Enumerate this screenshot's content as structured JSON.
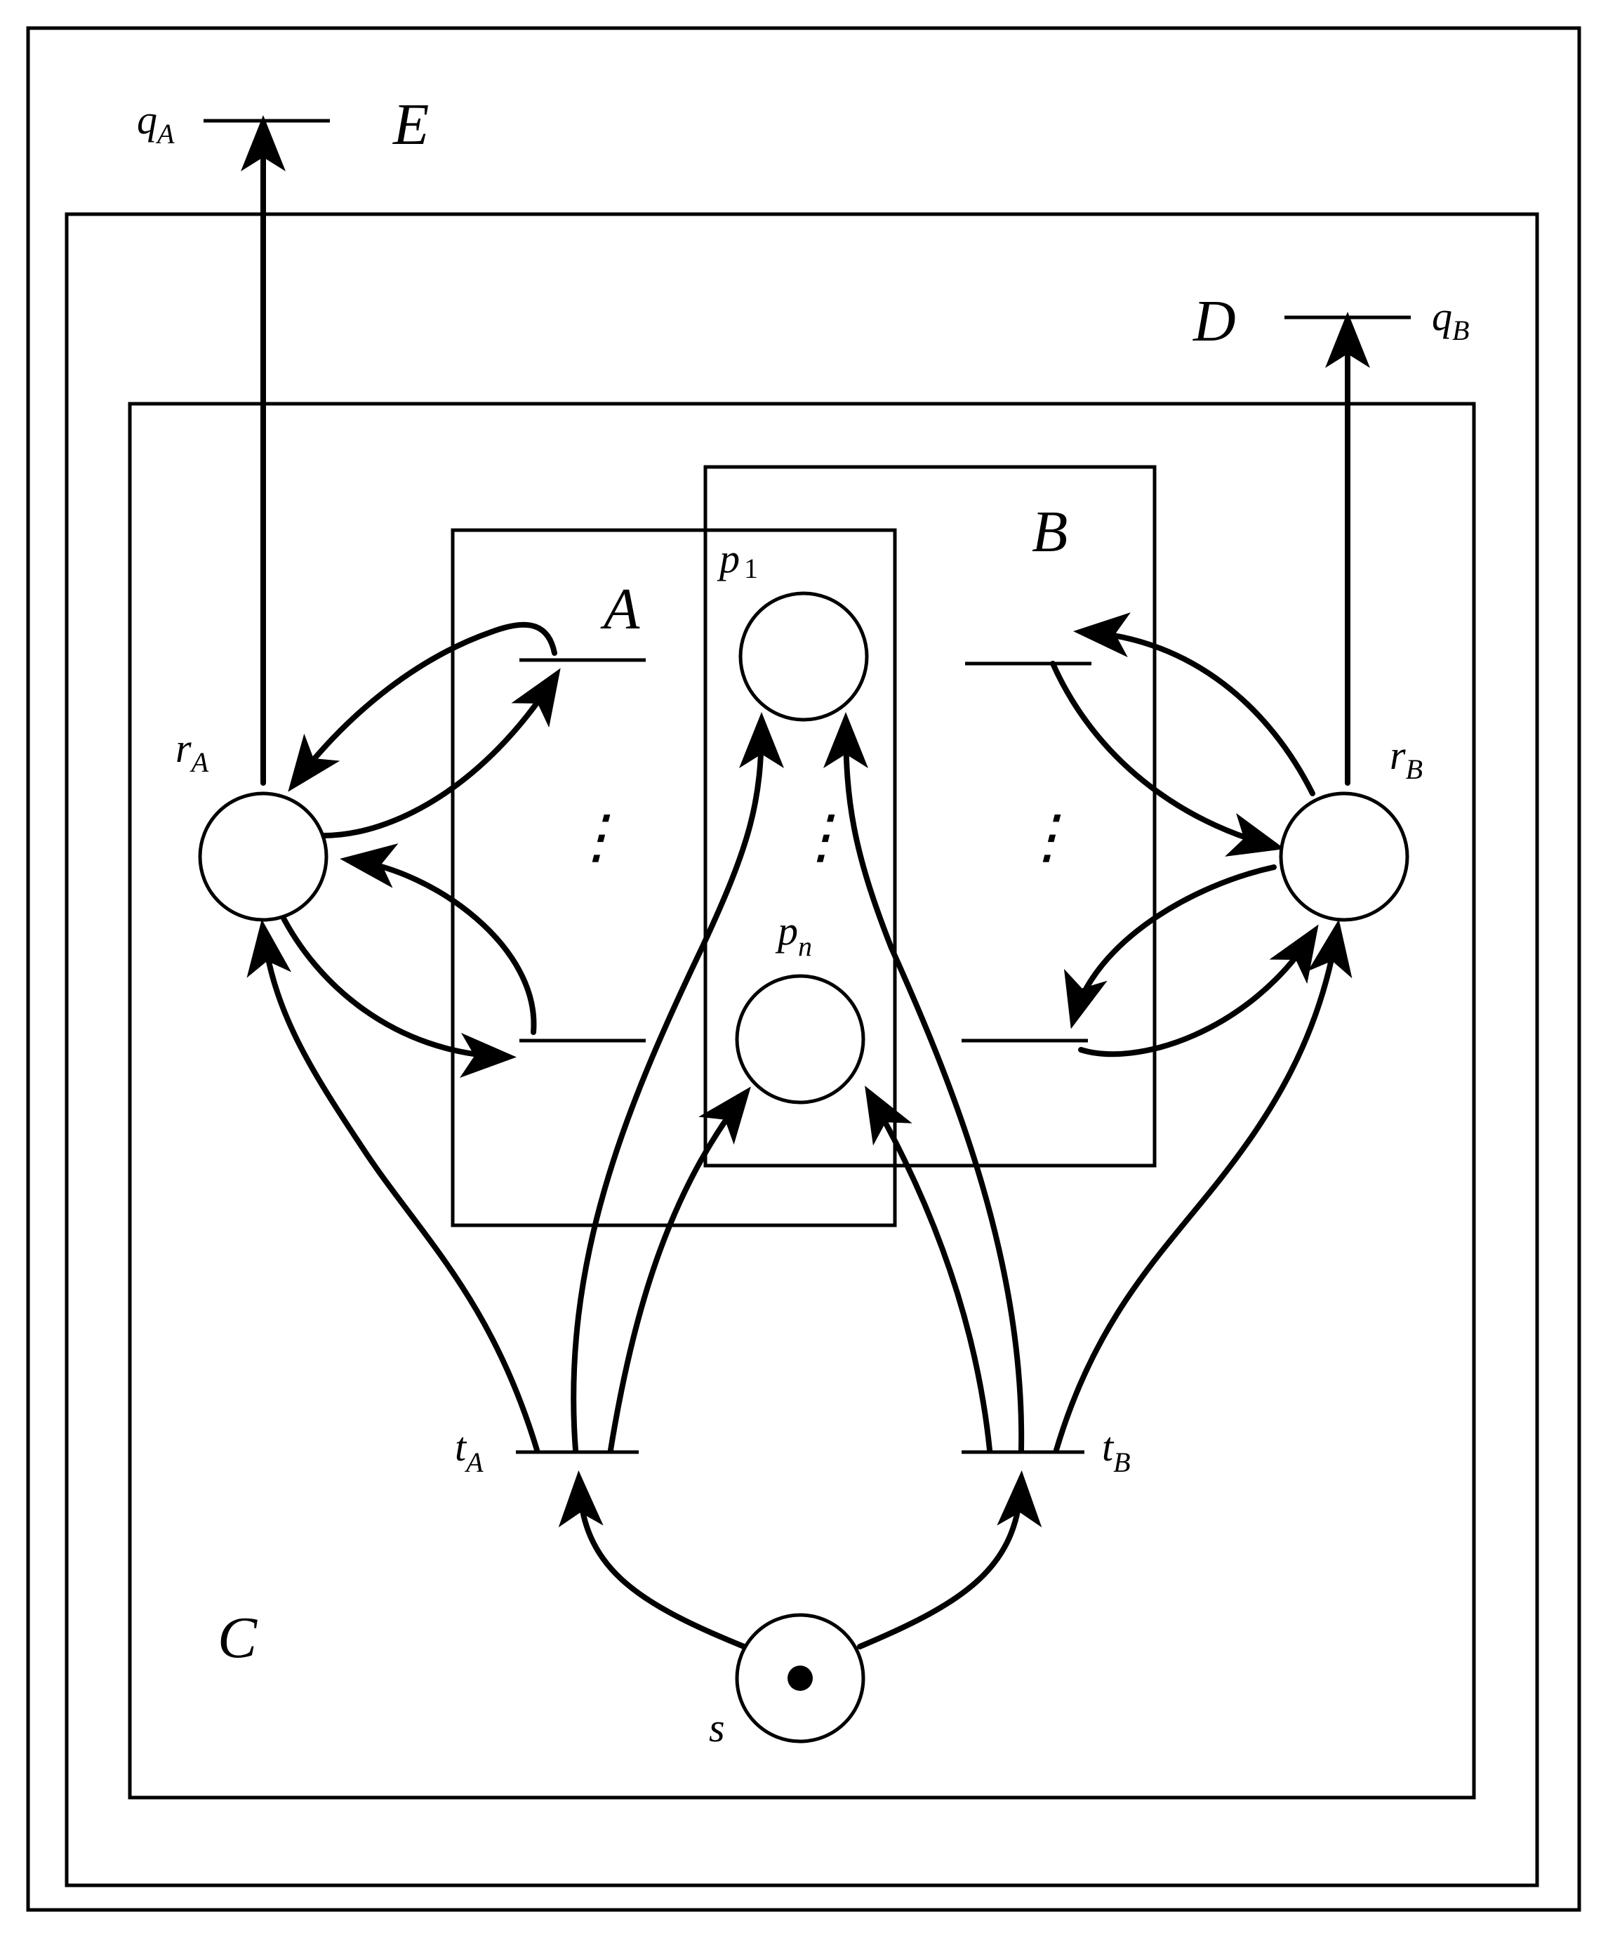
{
  "boxes": {
    "E": "E",
    "D": "D",
    "C": "C",
    "B": "B",
    "A": "A"
  },
  "places": {
    "r_A": {
      "main": "r",
      "sub": "A"
    },
    "r_B": {
      "main": "r",
      "sub": "B"
    },
    "p_1": {
      "main": "p",
      "sub": "1"
    },
    "p_n": {
      "main": "p",
      "sub": "n"
    },
    "s": {
      "main": "s",
      "marked": true
    }
  },
  "transitions": {
    "q_A": {
      "main": "q",
      "sub": "A"
    },
    "q_B": {
      "main": "q",
      "sub": "B"
    },
    "t_A": {
      "main": "t",
      "sub": "A"
    },
    "t_B": {
      "main": "t",
      "sub": "B"
    }
  },
  "ellipsis": "⋮"
}
